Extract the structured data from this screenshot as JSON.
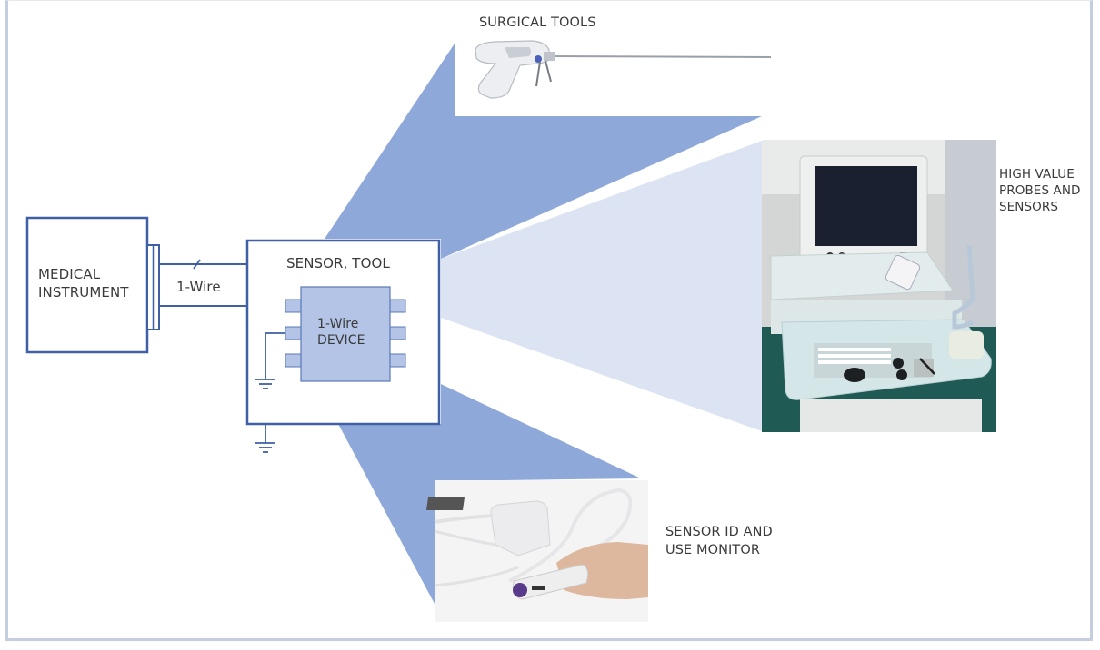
{
  "diagram": {
    "blocks": {
      "instrument": {
        "label_line1": "MEDICAL",
        "label_line2": "INSTRUMENT"
      },
      "bus": {
        "label": "1-Wire"
      },
      "sensor_tool": {
        "label": "SENSOR, TOOL"
      },
      "device": {
        "label_line1": "1-Wire",
        "label_line2": "DEVICE"
      }
    },
    "applications": [
      {
        "id": "surgical-tools",
        "label": "SURGICAL TOOLS"
      },
      {
        "id": "probes",
        "label_line1": "HIGH VALUE",
        "label_line2": "PROBES AND",
        "label_line3": "SENSORS"
      },
      {
        "id": "monitor",
        "label_line1": "SENSOR ID AND",
        "label_line2": "USE MONITOR"
      }
    ],
    "colors": {
      "line": "#3f5fa6",
      "wedge_dark": "#8fa8da",
      "wedge_light": "#dce4f3",
      "chip_fill": "#b3c4e6",
      "frame": "#c5cde0",
      "text": "#3a3a3a"
    },
    "icons": [
      "ground-symbol",
      "bus-slash"
    ]
  }
}
